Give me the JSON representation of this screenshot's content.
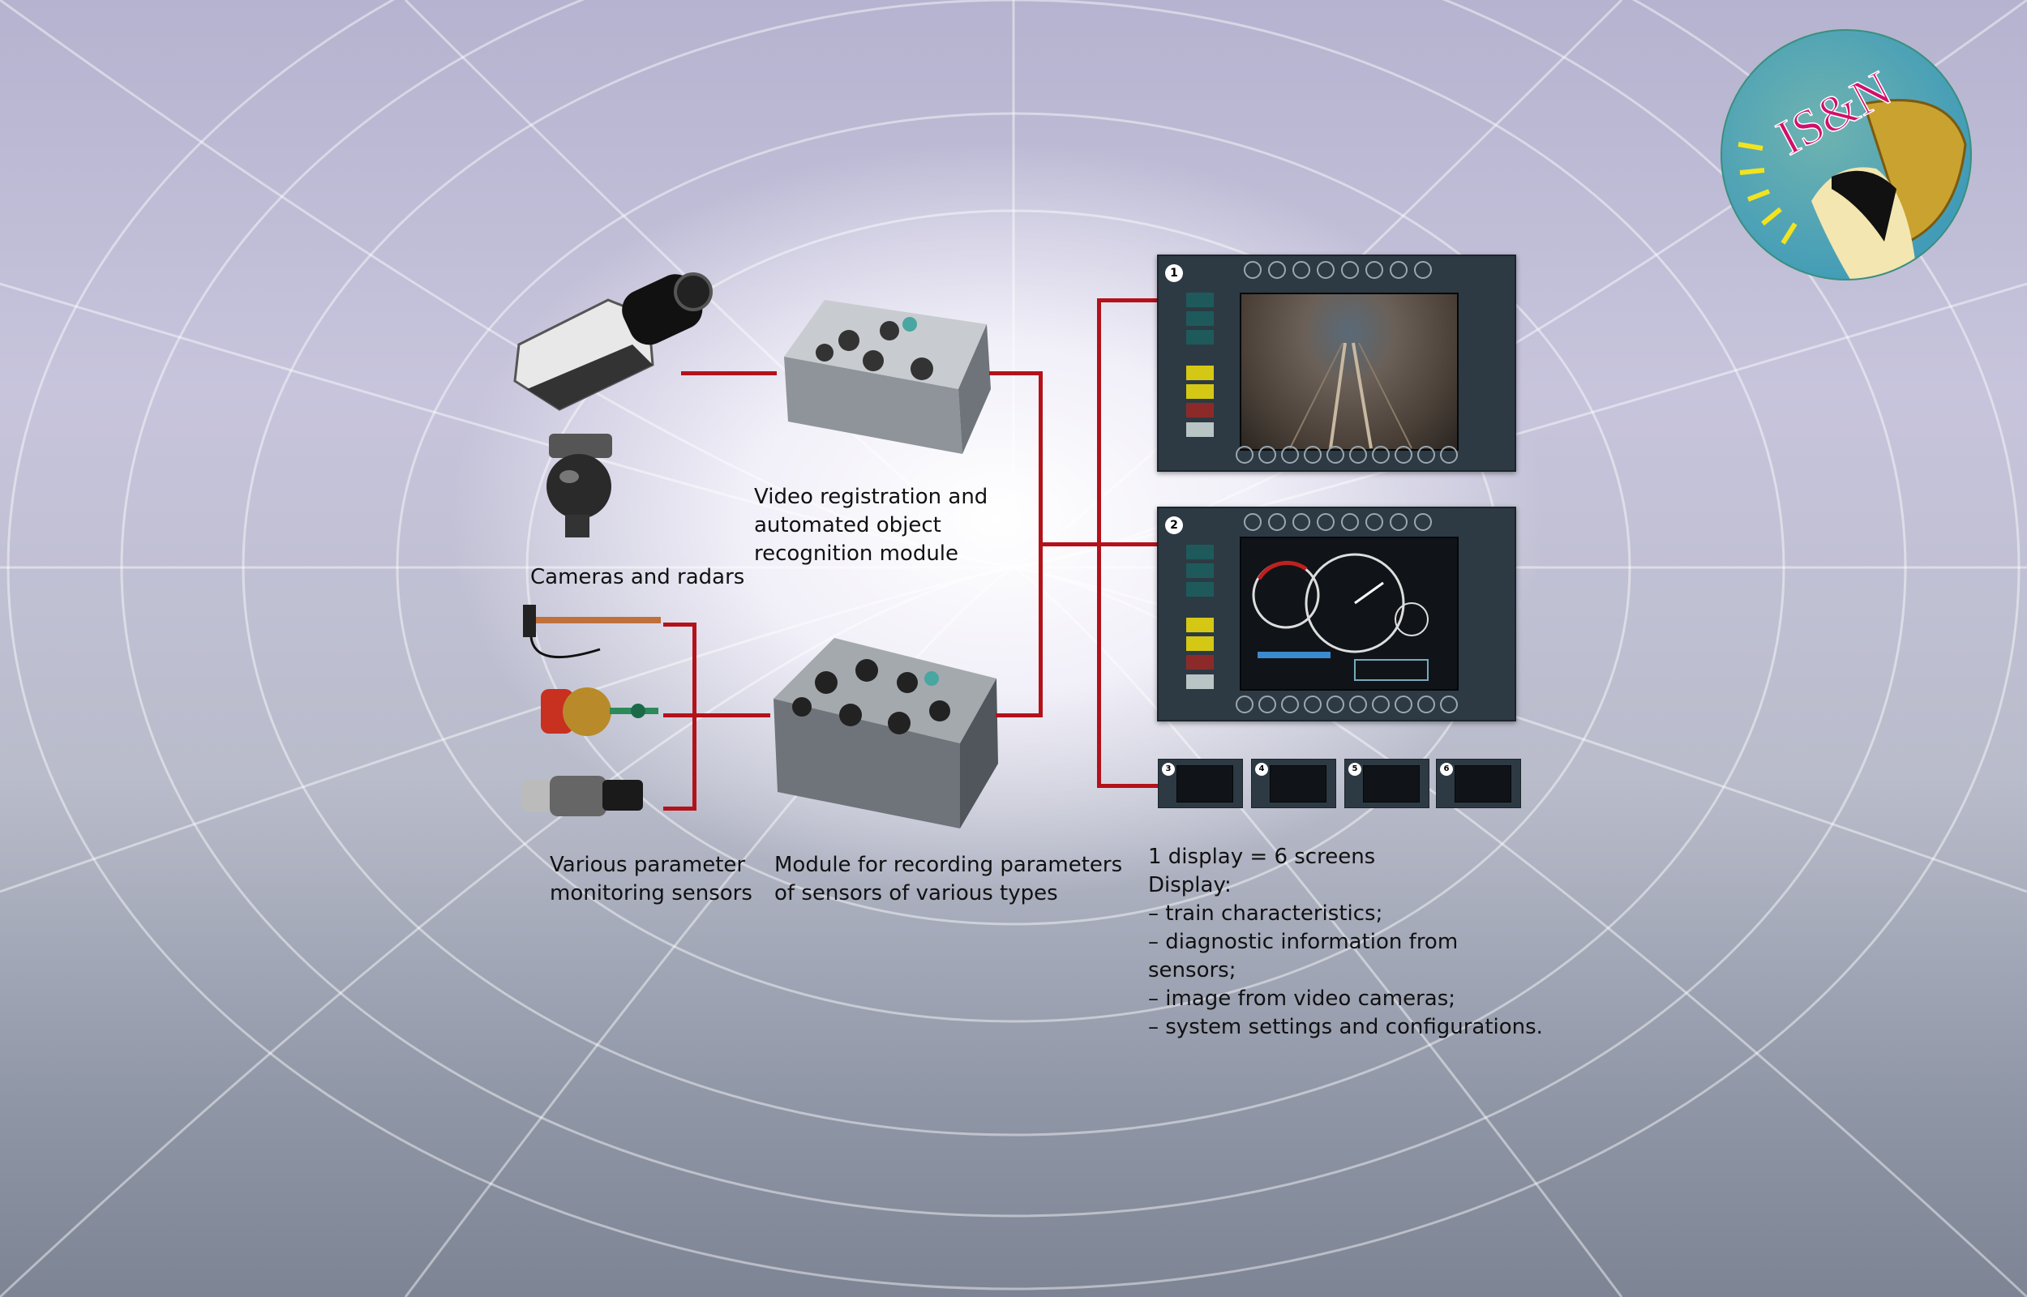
{
  "logo": {
    "text": "IS&N",
    "colors": {
      "circle": "#5fa8a8",
      "text": "#d0106a",
      "sun": "#f2e320"
    }
  },
  "labels": {
    "cameras": "Cameras and radars",
    "video_module": [
      "Video registration and",
      "automated object",
      "recognition module"
    ],
    "sensors": [
      "Various parameter",
      "monitoring sensors"
    ],
    "recording_module": [
      "Module for recording parameters",
      "of sensors of various types"
    ]
  },
  "display_info": {
    "heading": "1 display = 6 screens",
    "subheading": "Display:",
    "items": [
      "– train characteristics;",
      "– diagnostic information from",
      "sensors;",
      "– image from video cameras;",
      "– system settings and configurations."
    ]
  },
  "screens": [
    {
      "number": "1",
      "content": "camera-view"
    },
    {
      "number": "2",
      "content": "speedometer-view"
    },
    {
      "number": "3"
    },
    {
      "number": "4"
    },
    {
      "number": "5"
    },
    {
      "number": "6"
    }
  ],
  "connector_color": "#b3121b"
}
